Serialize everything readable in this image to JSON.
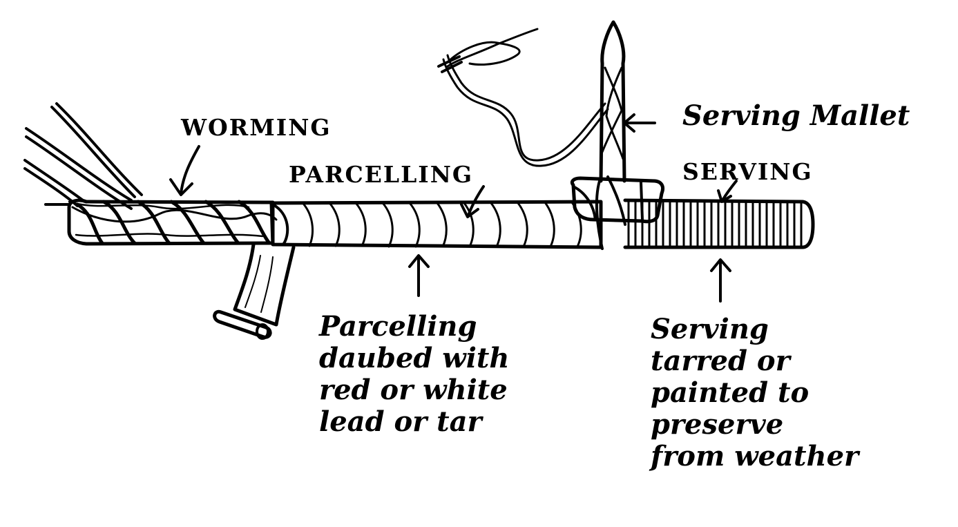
{
  "labels": {
    "worming": "WORMING",
    "parcelling": "PARCELLING",
    "serving": "SERVING",
    "serving_mallet": "Serving Mallet"
  },
  "notes": {
    "parcelling": [
      "Parcelling",
      "daubed with",
      "red or white",
      "lead or tar"
    ],
    "serving": [
      "Serving",
      "tarred or",
      "painted to",
      "preserve",
      "from weather"
    ]
  },
  "colors": {
    "ink": "#000000",
    "paper": "#ffffff"
  }
}
